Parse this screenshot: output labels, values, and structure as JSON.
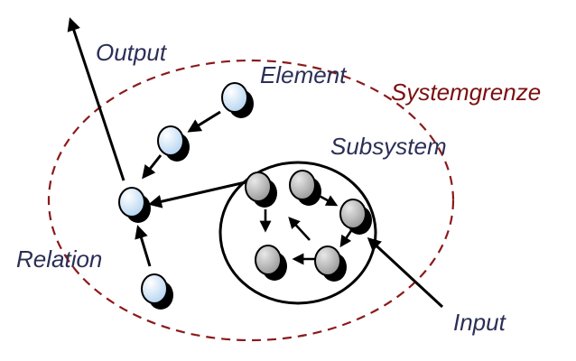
{
  "labels": {
    "output": "Output",
    "element": "Element",
    "systemgrenze": "Systemgrenze",
    "subsystem": "Subsystem",
    "relation": "Relation",
    "input": "Input"
  },
  "colors": {
    "boundary": "#8b1a1a",
    "label_text": "#2b2f57",
    "label_boundary": "#7a1010",
    "element_fill": "#cfe4f7",
    "subsystem_element_fill": "#c3c3c3",
    "stroke": "#000000"
  }
}
